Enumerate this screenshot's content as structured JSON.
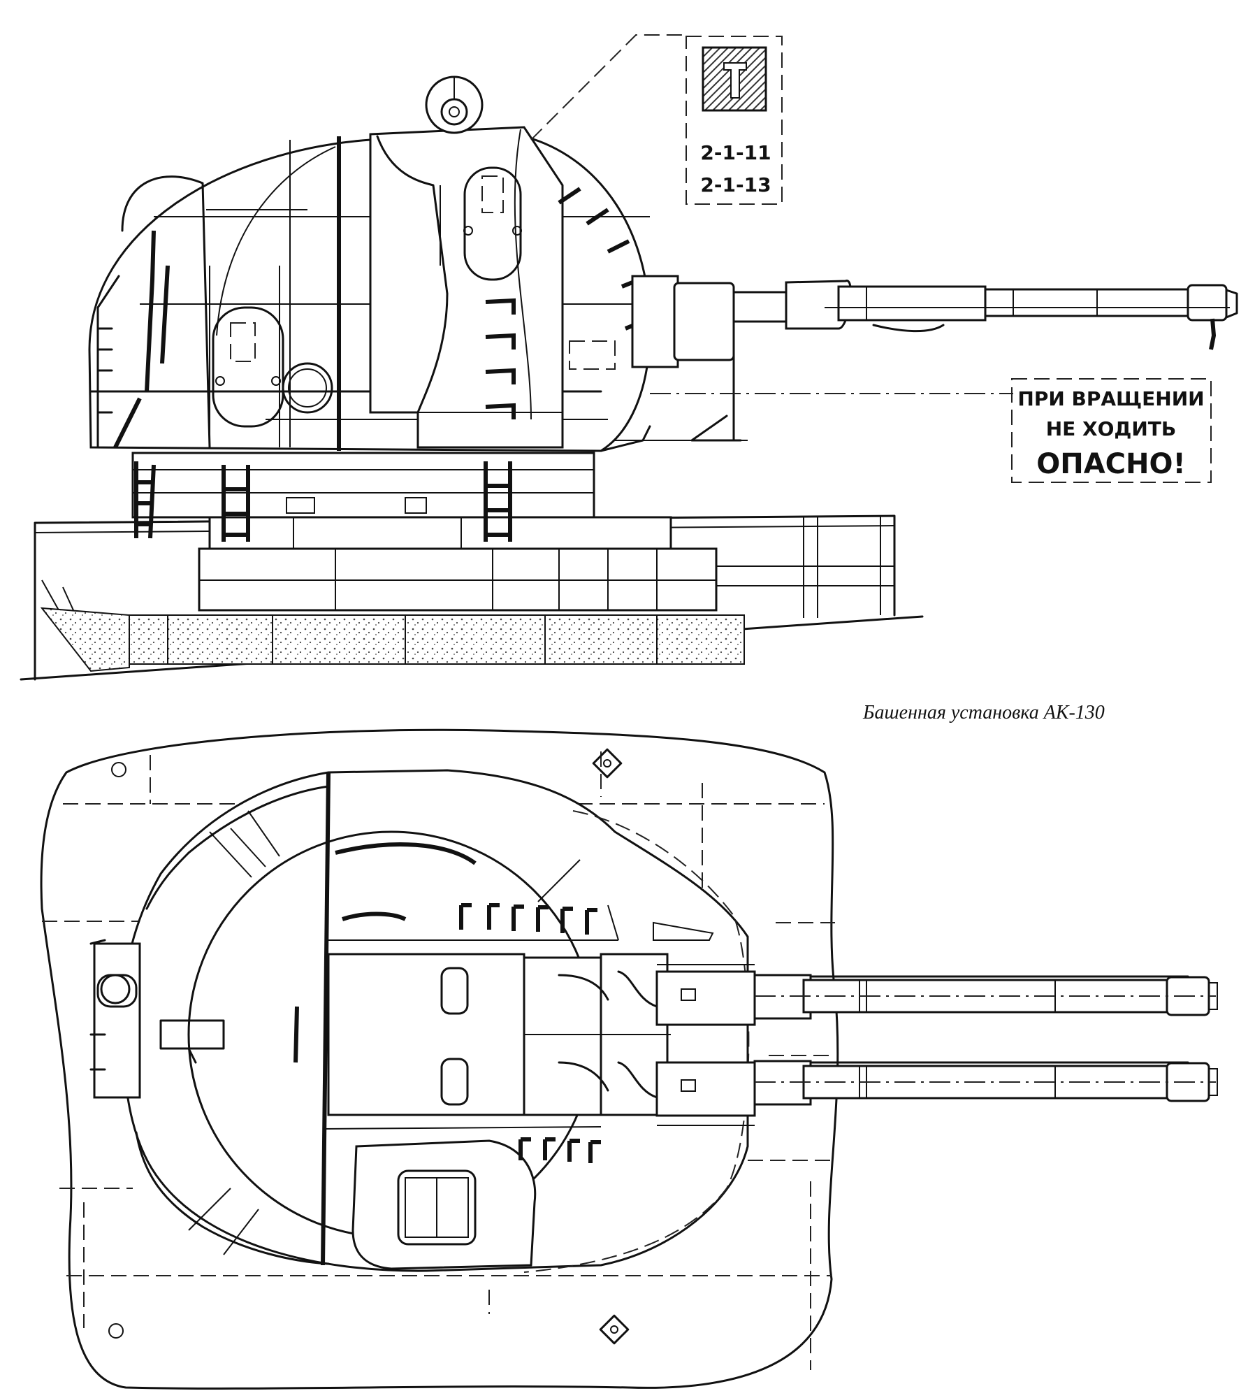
{
  "labels": {
    "paint_code_1": "2-1-11",
    "paint_code_2": "2-1-13",
    "warning_line_1": "ПРИ ВРАЩЕНИИ",
    "warning_line_2": "НЕ ХОДИТЬ",
    "warning_line_3": "ОПАСНО!",
    "caption": "Башенная установка АК-130"
  },
  "colors": {
    "ink": "#111111",
    "paper": "#ffffff",
    "swatch_hatch": "#333333"
  }
}
